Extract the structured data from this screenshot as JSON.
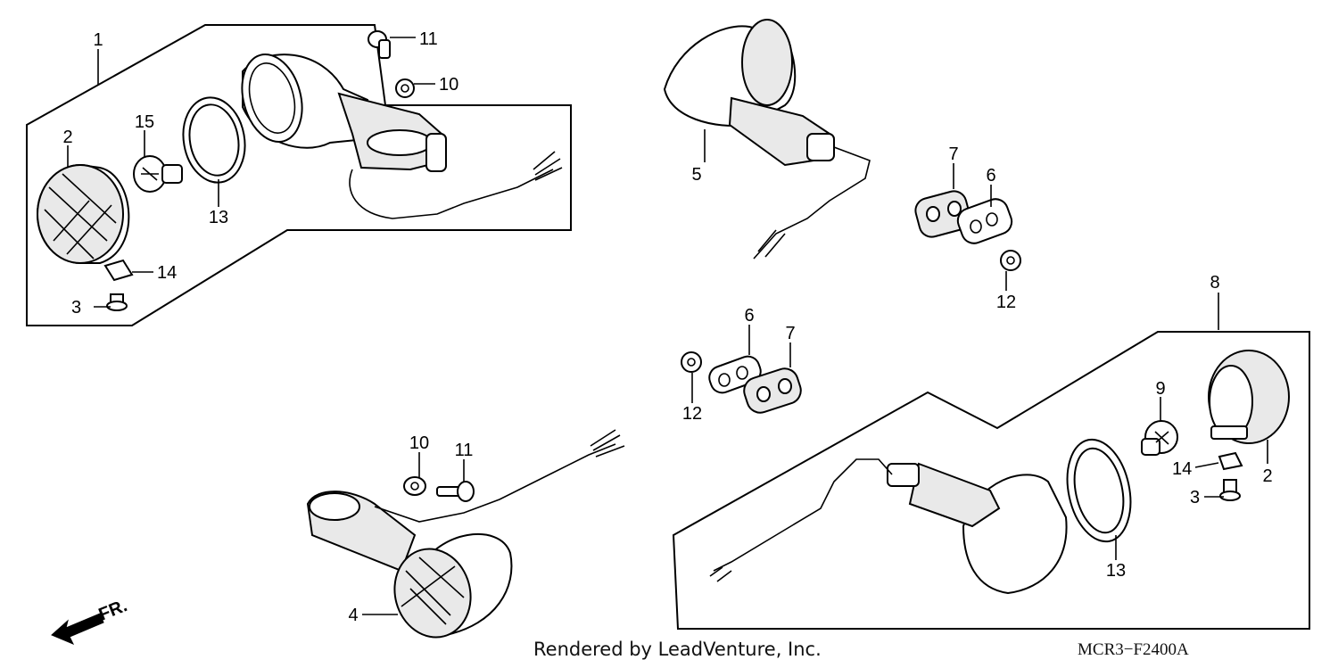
{
  "diagram": {
    "callouts": [
      {
        "id": "c1",
        "label": "1"
      },
      {
        "id": "c2a",
        "label": "2"
      },
      {
        "id": "c15",
        "label": "15"
      },
      {
        "id": "c13a",
        "label": "13"
      },
      {
        "id": "c14a",
        "label": "14"
      },
      {
        "id": "c3a",
        "label": "3"
      },
      {
        "id": "c11a",
        "label": "11"
      },
      {
        "id": "c10a",
        "label": "10"
      },
      {
        "id": "c5",
        "label": "5"
      },
      {
        "id": "c7a",
        "label": "7"
      },
      {
        "id": "c6a",
        "label": "6"
      },
      {
        "id": "c12a",
        "label": "12"
      },
      {
        "id": "c8",
        "label": "8"
      },
      {
        "id": "c6b",
        "label": "6"
      },
      {
        "id": "c7b",
        "label": "7"
      },
      {
        "id": "c12b",
        "label": "12"
      },
      {
        "id": "c9",
        "label": "9"
      },
      {
        "id": "c10b",
        "label": "10"
      },
      {
        "id": "c11b",
        "label": "11"
      },
      {
        "id": "c14b",
        "label": "14"
      },
      {
        "id": "c2b",
        "label": "2"
      },
      {
        "id": "c3b",
        "label": "3"
      },
      {
        "id": "c13b",
        "label": "13"
      },
      {
        "id": "c4",
        "label": "4"
      }
    ],
    "direction_label": "FR.",
    "credit": "Rendered by LeadVenture, Inc.",
    "diagram_code": "MCR3−F2400A"
  }
}
